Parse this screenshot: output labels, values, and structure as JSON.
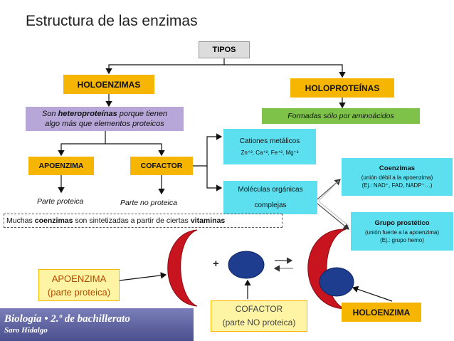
{
  "title": "Estructura de las enzimas",
  "tipos": "TIPOS",
  "holoenzimas": "HOLOENZIMAS",
  "holoproteinas": "HOLOPROTEÍNAS",
  "heteroproteinas": {
    "line1_pre": "Son ",
    "line1_bold": "heteroproteínas",
    "line1_post": " porque tienen",
    "line2": "algo más que elementos proteicos"
  },
  "formadas": "Formadas sólo por aminoácidos",
  "apoenzima": "APOENZIMA",
  "cofactor": "COFACTOR",
  "cationes": {
    "title": "Cationes metálicos",
    "ions": "Zn⁺², Ca⁺², Fe⁺², Mg⁺²"
  },
  "moleculas": {
    "line1": "Moléculas orgánicas",
    "line2": "complejas"
  },
  "coenzimas": {
    "title": "Coenzimas",
    "line1": "(unión débil a la apoenzima)",
    "line2": "(Ej.: NAD⁺, FAD, NADP⁺…)"
  },
  "grupo": {
    "title": "Grupo prostético",
    "line1": "(unión fuerte a la apoenzima)",
    "line2": "(Ej.: grupo hemo)"
  },
  "parte_proteica": "Parte proteica",
  "parte_no_proteica": "Parte no proteica",
  "muchas": {
    "pre": "Muchas ",
    "bold1": "coenzimas",
    "mid": " son sintetizadas a partir de ciertas ",
    "bold2": "vitaminas"
  },
  "apoenzima_label": {
    "line1": "APOENZIMA",
    "line2": "(parte proteica)"
  },
  "cofactor_label": {
    "line1": "COFACTOR",
    "line2": "(parte NO proteica)"
  },
  "holoenzima_label": "HOLOENZIMA",
  "plus": "+",
  "footer": {
    "line1": "Biología • 2.º de bachillerato",
    "line2": "Saro Hidalgo"
  },
  "colors": {
    "orange": "#f6b500",
    "purple": "#b6a7d8",
    "green": "#7fc24a",
    "cyan": "#5ce0f0",
    "apoenzyme_red": "#c8141e",
    "cofactor_blue": "#1e3d8f"
  }
}
